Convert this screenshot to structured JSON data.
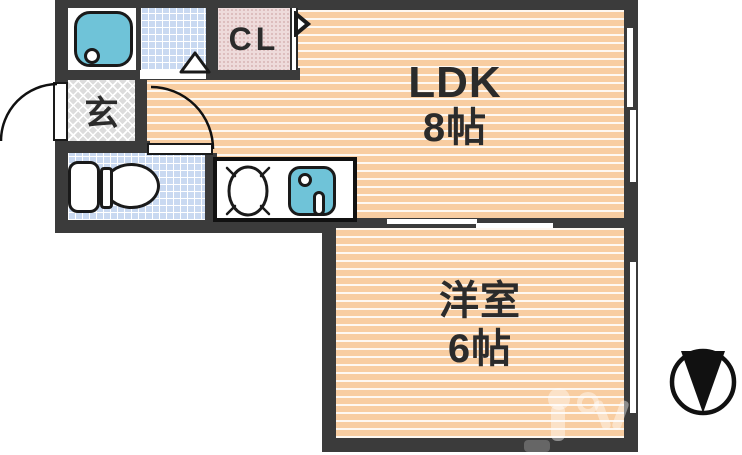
{
  "rooms": {
    "ldk": {
      "name": "LDK",
      "size": "8帖"
    },
    "western": {
      "name": "洋室",
      "size": "6帖"
    },
    "closet": {
      "label": "CL"
    },
    "entrance": {
      "label": "玄"
    }
  },
  "compass": {
    "pointing": "down"
  },
  "colors": {
    "wall": "#3b3b3b",
    "room_floor": "#f8cda1",
    "tile_floor": "#c9d9f1",
    "closet_floor": "#eedbdb",
    "entrance_floor": "#dcdcdc",
    "fixture_blue": "#6fc3d8",
    "outline": "#1a1a1a"
  }
}
